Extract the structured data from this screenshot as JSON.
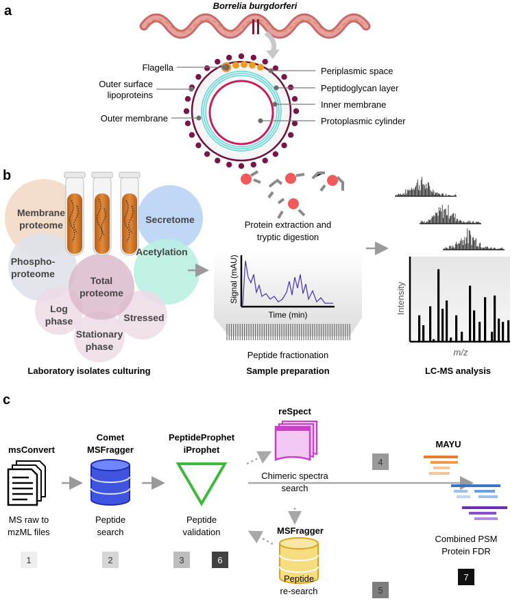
{
  "panel_a": {
    "letter": "a",
    "organism": "Borrelia burgdorferi",
    "labels": {
      "flagella": "Flagella",
      "outer_lipo_1": "Outer surface",
      "outer_lipo_2": "lipoproteins",
      "outer_membrane": "Outer membrane",
      "periplasmic": "Periplasmic space",
      "peptidoglycan": "Peptidoglycan layer",
      "inner_membrane": "Inner membrane",
      "protoplasmic": "Protoplasmic cylinder"
    }
  },
  "panel_b": {
    "letter": "b",
    "circles": {
      "membrane_1": "Membrane",
      "membrane_2": "proteome",
      "phospho_1": "Phospho-",
      "phospho_2": "proteome",
      "total_1": "Total",
      "total_2": "proteome",
      "secretome": "Secretome",
      "acetylation": "Acetylation",
      "log_1": "Log",
      "log_2": "phase",
      "stressed": "Stressed",
      "stationary_1": "Stationary",
      "stationary_2": "phase"
    },
    "culturing_caption": "Laboratory isolates culturing",
    "extraction_1": "Protein extraction and",
    "extraction_2": "tryptic digestion",
    "chromatogram_ylabel": "Signal (mAU)",
    "chromatogram_xlabel": "Time (min)",
    "fractionation": "Peptide fractionation",
    "sample_prep_caption": "Sample preparation",
    "ms_ylabel": "Intensity",
    "ms_xlabel": "m/z",
    "lcms_caption": "LC-MS analysis",
    "colors": {
      "membrane": "#f3d9c4",
      "phospho": "#dfe2ea",
      "total": "#d9b7c9",
      "secretome": "#b9d4f4",
      "acetylation": "#b8f0e2",
      "phase": "#ecdbe6",
      "tube_liquid": "#d4792a"
    }
  },
  "panel_c": {
    "letter": "c",
    "steps": [
      {
        "tool": "msConvert",
        "desc_1": "MS raw to",
        "desc_2": "mzML files",
        "num": "1"
      },
      {
        "tool_1": "Comet",
        "tool_2": "MSFragger",
        "desc_1": "Peptide",
        "desc_2": "search",
        "num": "2"
      },
      {
        "tool_1": "PeptideProphet",
        "tool_2": "iProphet",
        "desc_1": "Peptide",
        "desc_2": "validation",
        "num_a": "3",
        "num_b": "6"
      },
      {
        "tool": "reSpect",
        "desc_1": "Chimeric spectra",
        "desc_2": "search",
        "num": "4"
      },
      {
        "tool": "MSFragger",
        "desc_1": "Peptide",
        "desc_2": "re-search",
        "num": "5"
      },
      {
        "tool": "MAYU",
        "desc_1": "Combined PSM",
        "desc_2": "Protein FDR",
        "num": "7"
      }
    ],
    "colors": {
      "db_blue": "#2f3fd6",
      "triangle": "#3db83a",
      "respect": "#c93fc9",
      "db_yellow": "#e8b92a"
    }
  }
}
